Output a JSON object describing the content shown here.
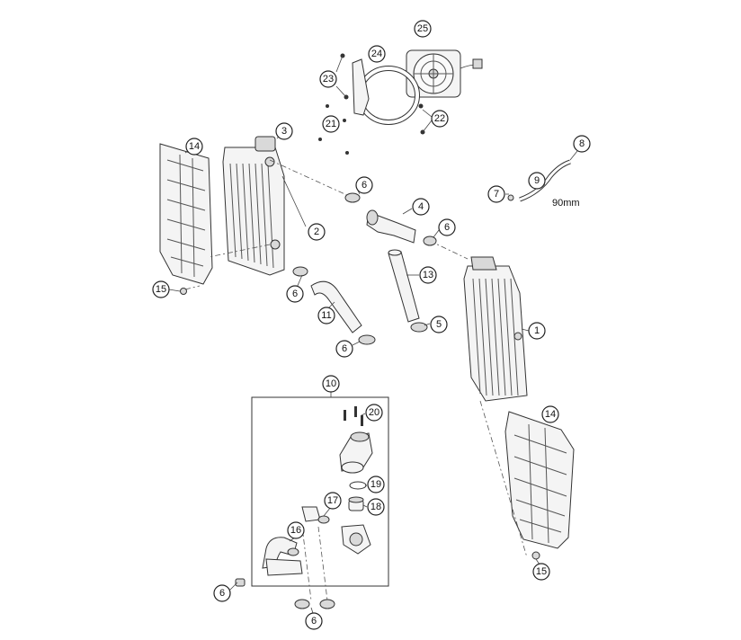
{
  "callouts": {
    "c1": "1",
    "c2": "2",
    "c3": "3",
    "c4": "4",
    "c5": "5",
    "c6a": "6",
    "c6b": "6",
    "c6c": "6",
    "c6d": "6",
    "c6e": "6",
    "c6f": "6",
    "c7": "7",
    "c8": "8",
    "c9": "9",
    "c10": "10",
    "c11": "11",
    "c13": "13",
    "c14a": "14",
    "c14b": "14",
    "c15a": "15",
    "c15b": "15",
    "c16": "16",
    "c17": "17",
    "c18": "18",
    "c19": "19",
    "c20": "20",
    "c21": "21",
    "c22": "22",
    "c23": "23",
    "c24": "24",
    "c25": "25"
  },
  "notes": {
    "hose_length": "90mm"
  },
  "colors": {
    "line": "#333333",
    "fill": "#f4f4f4",
    "background": "#ffffff"
  }
}
